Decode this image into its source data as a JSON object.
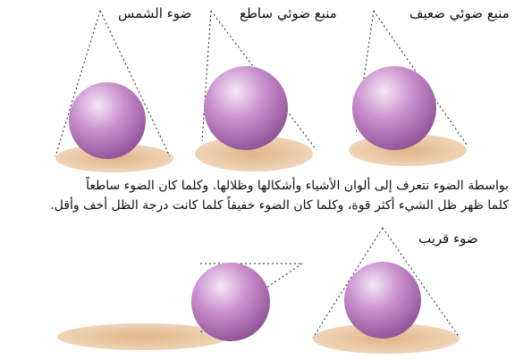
{
  "labels": {
    "sun": "ضوء الشمس",
    "strong": "منبع ضوئي ساطع",
    "weak": "منبع ضوئي ضعيف",
    "near": "ضوء قريب"
  },
  "paragraph": {
    "line1": "بواسطة الضوء نتعرف  إلى ألوان الأشياء وأشكالها وظلالها. وكلما كان الضوء ساطعاً",
    "line2": "كلما ظهر ظل الشيء أكثر قوة، وكلما كان الضوء خفيفاً كلما كانت درجة الظل أخف وأقل."
  },
  "colors": {
    "sphere_light": "#f6e8f6",
    "sphere_mid": "#c98fcd",
    "sphere_dark": "#8e4f94",
    "shadow": "#e6c09a",
    "shadow_edge": "#f3dbc1",
    "line": "#222222"
  }
}
